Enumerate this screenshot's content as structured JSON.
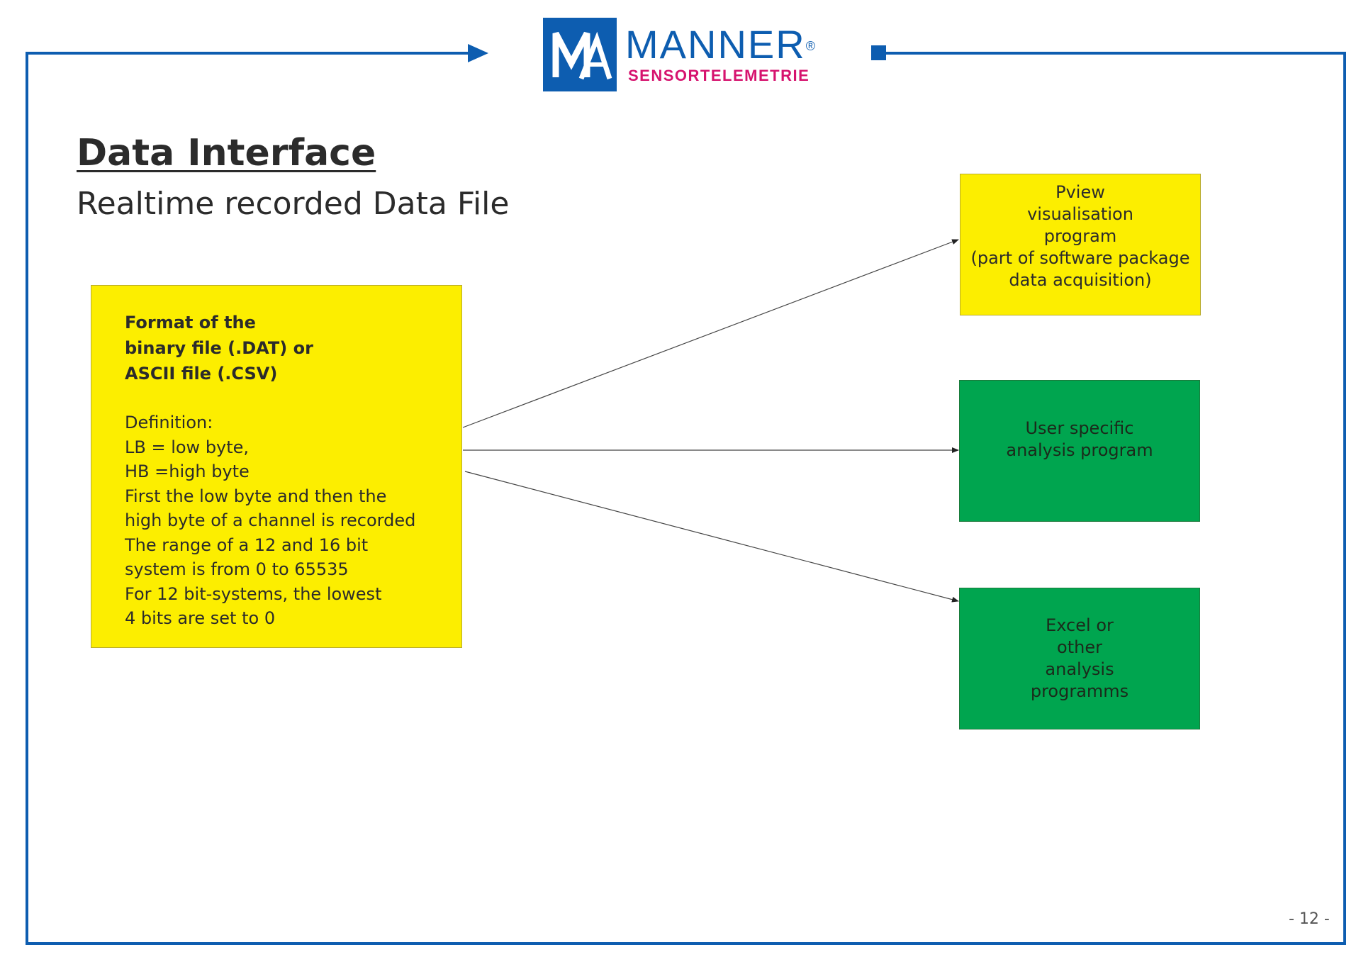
{
  "brand": {
    "name": "MANNER",
    "registered": "®",
    "subtitle": "SENSORTELEMETRIE",
    "logo_icon": "manner-ma-logo",
    "primary_color": "#0d5db0",
    "accent_color": "#d6136e"
  },
  "page": {
    "title": "Data Interface",
    "subtitle": "Realtime recorded Data File",
    "page_number": "- 12 -"
  },
  "source_box": {
    "heading": "Format of the\nbinary file (.DAT) or\nASCII file (.CSV)",
    "body": "Definition:\nLB = low byte,\nHB =high byte\nFirst the low byte and then the\nhigh byte of a channel is recorded\nThe range of a 12 and 16 bit\nsystem is from 0 to 65535\nFor 12 bit-systems, the lowest\n4 bits are set to 0",
    "color": "#fcee00"
  },
  "targets": [
    {
      "label": "Pview\nvisualisation\nprogram\n(part of software package\ndata acquisition)",
      "color": "#fcee00"
    },
    {
      "label": "User specific\nanalysis  program",
      "color": "#00a54f"
    },
    {
      "label": "Excel or\n other\nanalysis\nprogramms",
      "color": "#00a54f"
    }
  ],
  "frame_color": "#0d5db0"
}
